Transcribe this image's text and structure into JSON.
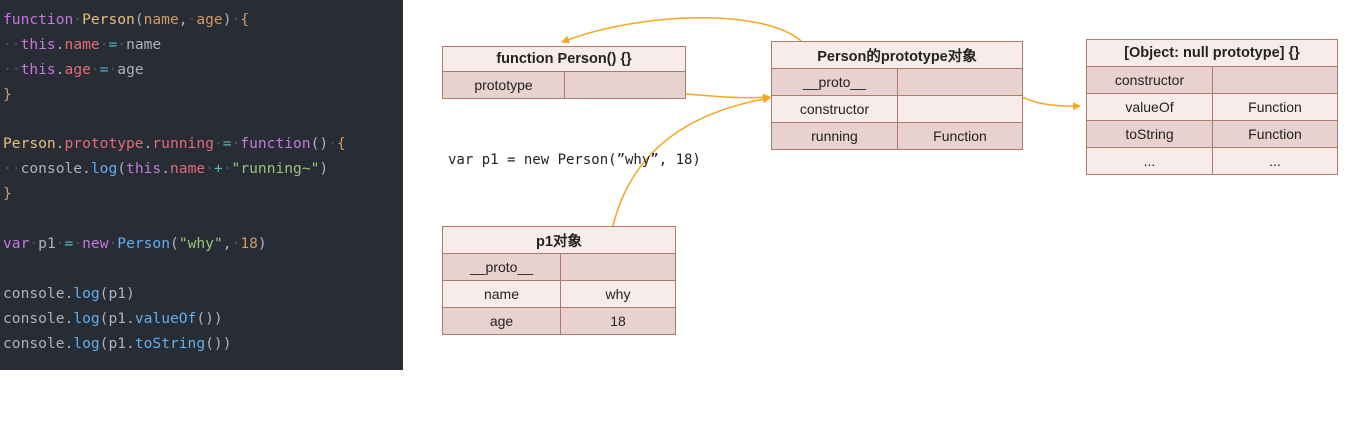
{
  "code_lines": [
    [
      [
        "kw",
        "function"
      ],
      [
        "ws",
        "·"
      ],
      [
        "cls",
        "Person"
      ],
      [
        "punc",
        "("
      ],
      [
        "param",
        "name"
      ],
      [
        "punc",
        ","
      ],
      [
        "ws",
        "·"
      ],
      [
        "param",
        "age"
      ],
      [
        "punc",
        ")"
      ],
      [
        "ws",
        "·"
      ],
      [
        "brace",
        "{"
      ]
    ],
    [
      [
        "ws",
        "··"
      ],
      [
        "kw",
        "this"
      ],
      [
        "punc",
        "."
      ],
      [
        "prop",
        "name"
      ],
      [
        "ws",
        "·"
      ],
      [
        "op",
        "="
      ],
      [
        "ws",
        "·"
      ],
      [
        "plain",
        "name"
      ]
    ],
    [
      [
        "ws",
        "··"
      ],
      [
        "kw",
        "this"
      ],
      [
        "punc",
        "."
      ],
      [
        "prop",
        "age"
      ],
      [
        "ws",
        "·"
      ],
      [
        "op",
        "="
      ],
      [
        "ws",
        "·"
      ],
      [
        "plain",
        "age"
      ]
    ],
    [
      [
        "brace",
        "}"
      ]
    ],
    [],
    [
      [
        "cls",
        "Person"
      ],
      [
        "punc",
        "."
      ],
      [
        "prop",
        "prototype"
      ],
      [
        "punc",
        "."
      ],
      [
        "prop",
        "running"
      ],
      [
        "ws",
        "·"
      ],
      [
        "op",
        "="
      ],
      [
        "ws",
        "·"
      ],
      [
        "kw",
        "function"
      ],
      [
        "punc",
        "()"
      ],
      [
        "ws",
        "·"
      ],
      [
        "brace",
        "{"
      ]
    ],
    [
      [
        "ws",
        "··"
      ],
      [
        "plain",
        "console"
      ],
      [
        "punc",
        "."
      ],
      [
        "fn",
        "log"
      ],
      [
        "punc",
        "("
      ],
      [
        "kw",
        "this"
      ],
      [
        "punc",
        "."
      ],
      [
        "prop",
        "name"
      ],
      [
        "ws",
        "·"
      ],
      [
        "op",
        "+"
      ],
      [
        "ws",
        "·"
      ],
      [
        "str",
        "\"running~\""
      ],
      [
        "punc",
        ")"
      ]
    ],
    [
      [
        "brace",
        "}"
      ]
    ],
    [],
    [
      [
        "kw",
        "var"
      ],
      [
        "ws",
        "·"
      ],
      [
        "plain",
        "p1"
      ],
      [
        "ws",
        "·"
      ],
      [
        "op",
        "="
      ],
      [
        "ws",
        "·"
      ],
      [
        "kw",
        "new"
      ],
      [
        "ws",
        "·"
      ],
      [
        "fn",
        "Person"
      ],
      [
        "punc",
        "("
      ],
      [
        "str",
        "\"why\""
      ],
      [
        "punc",
        ","
      ],
      [
        "ws",
        "·"
      ],
      [
        "num",
        "18"
      ],
      [
        "punc",
        ")"
      ]
    ],
    [],
    [
      [
        "plain",
        "console"
      ],
      [
        "punc",
        "."
      ],
      [
        "fn",
        "log"
      ],
      [
        "punc",
        "("
      ],
      [
        "plain",
        "p1"
      ],
      [
        "punc",
        ")"
      ]
    ],
    [
      [
        "plain",
        "console"
      ],
      [
        "punc",
        "."
      ],
      [
        "fn",
        "log"
      ],
      [
        "punc",
        "("
      ],
      [
        "plain",
        "p1"
      ],
      [
        "punc",
        "."
      ],
      [
        "fn",
        "valueOf"
      ],
      [
        "punc",
        "())"
      ]
    ],
    [
      [
        "plain",
        "console"
      ],
      [
        "punc",
        "."
      ],
      [
        "fn",
        "log"
      ],
      [
        "punc",
        "("
      ],
      [
        "plain",
        "p1"
      ],
      [
        "punc",
        "."
      ],
      [
        "fn",
        "toString"
      ],
      [
        "punc",
        "())"
      ]
    ]
  ],
  "colors": {
    "code_bg": "#282c34",
    "table_border": "#b07a6b",
    "row_light": "#f8eceb",
    "row_dark": "#e8d2cf",
    "arrow": "#f5a623"
  },
  "diagram": {
    "person_fn": {
      "title": "function Person() {}",
      "rows": [
        [
          "prototype",
          ""
        ]
      ]
    },
    "person_proto": {
      "title": "Person的prototype对象",
      "rows": [
        [
          "__proto__",
          ""
        ],
        [
          "constructor",
          ""
        ],
        [
          "running",
          "Function"
        ]
      ]
    },
    "null_proto": {
      "title": "[Object: null prototype] {}",
      "rows": [
        [
          "constructor",
          ""
        ],
        [
          "valueOf",
          "Function"
        ],
        [
          "toString",
          "Function"
        ],
        [
          "...",
          "..."
        ]
      ]
    },
    "p1_obj": {
      "title": "p1对象",
      "rows": [
        [
          "__proto__",
          ""
        ],
        [
          "name",
          "why"
        ],
        [
          "age",
          "18"
        ]
      ]
    },
    "caption": "var p1 = new Person(”why”, 18)"
  }
}
